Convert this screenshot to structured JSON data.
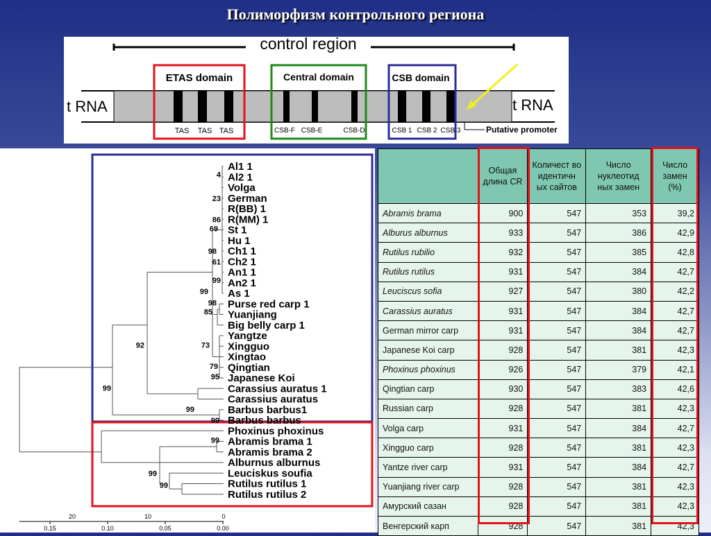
{
  "slide": {
    "title": "Полиморфизм  контрольного региона"
  },
  "diagram": {
    "control_region": "control region",
    "trna_left": "t RNA",
    "trna_right": "t RNA",
    "etas_domain": "ETAS domain",
    "central_domain": "Central domain",
    "csb_domain": "CSB domain",
    "tas_labels": [
      "TAS",
      "TAS",
      "TAS"
    ],
    "central_labels": [
      "CSB-F",
      "CSB-E",
      "CSB-D"
    ],
    "csb_labels": [
      "CSB 1",
      "CSB 2",
      "CSB 3"
    ],
    "putative_promoter": "Putative promoter",
    "colors": {
      "etas": "#e3121b",
      "central": "#1a8a1a",
      "csb": "#2b2b9a",
      "arrow": "#f5ee1a",
      "gene_bar": "#bdbdbd"
    }
  },
  "tree": {
    "taxa": [
      "Al1 1",
      "Al2 1",
      "Volga",
      "German",
      "R(BB) 1",
      "R(MM) 1",
      "St 1",
      "Hu 1",
      "Ch1 1",
      "Ch2 1",
      "An1 1",
      "An2 1",
      "As 1",
      "Purse red carp 1",
      "Yuanjiang",
      "Big belly carp 1",
      "Yangtze",
      "Xingguo",
      "Xingtao",
      "Qingtian",
      "Japanese Koi",
      "Carassius auratus 1",
      "Carassius auratus",
      "Barbus barbus1",
      "Barbus barbus",
      "Phoxinus phoxinus",
      "Abramis brama 1",
      "Abramis brama 2",
      "Alburnus alburnus",
      "Leuciskus soufia",
      "Rutilus rutilus 1",
      "Rutilus rutilus 2"
    ],
    "bootstrap": [
      "4",
      "23",
      "86",
      "69",
      "98",
      "61",
      "99",
      "99",
      "98",
      "85",
      "92",
      "73",
      "79",
      "95",
      "99",
      "99",
      "99",
      "99",
      "99",
      "99"
    ],
    "scale_top": [
      "20",
      "10",
      "0"
    ],
    "scale_bottom": [
      "0.15",
      "0.10",
      "0.05",
      "0.00"
    ],
    "colors": {
      "carp_group": "#2b2b9a",
      "other_group": "#e3121b"
    }
  },
  "table": {
    "headers": [
      "",
      "Общая длина CR",
      "Количест во идентичн ых сайтов",
      "Число нуклеотид ных замен",
      "Число замен (%)"
    ],
    "rows": [
      {
        "name": "Abramis brama",
        "italic": true,
        "length": "900",
        "identical": "547",
        "subs": "353",
        "pct": "39,2"
      },
      {
        "name": "Alburus alburnus",
        "italic": true,
        "length": "933",
        "identical": "547",
        "subs": "386",
        "pct": "42,9"
      },
      {
        "name": "Rutilus rubilio",
        "italic": true,
        "length": "932",
        "identical": "547",
        "subs": "385",
        "pct": "42,8"
      },
      {
        "name": "Rutilus rutilus",
        "italic": true,
        "length": "931",
        "identical": "547",
        "subs": "384",
        "pct": "42,7"
      },
      {
        "name": "Leuciscus sofia",
        "italic": true,
        "length": "927",
        "identical": "547",
        "subs": "380",
        "pct": "42,2"
      },
      {
        "name": "Carassius auratus",
        "italic": true,
        "length": "931",
        "identical": "547",
        "subs": "384",
        "pct": "42,7"
      },
      {
        "name": "German mirror carp",
        "italic": false,
        "length": "931",
        "identical": "547",
        "subs": "384",
        "pct": "42,7"
      },
      {
        "name": "Japanese Koi carp",
        "italic": false,
        "length": "928",
        "identical": "547",
        "subs": "381",
        "pct": "42,3"
      },
      {
        "name": "Phoxinus phoxinus",
        "italic": true,
        "length": "926",
        "identical": "547",
        "subs": "379",
        "pct": "42,1"
      },
      {
        "name": "Qingtian carp",
        "italic": false,
        "length": "930",
        "identical": "547",
        "subs": "383",
        "pct": "42,6"
      },
      {
        "name": "Russian carp",
        "italic": false,
        "length": "928",
        "identical": "547",
        "subs": "381",
        "pct": "42,3"
      },
      {
        "name": "Volga carp",
        "italic": false,
        "length": "931",
        "identical": "547",
        "subs": "384",
        "pct": "42,7"
      },
      {
        "name": "Xingguo carp",
        "italic": false,
        "length": "928",
        "identical": "547",
        "subs": "381",
        "pct": "42,3"
      },
      {
        "name": "Yantze river carp",
        "italic": false,
        "length": "931",
        "identical": "547",
        "subs": "384",
        "pct": "42,7"
      },
      {
        "name": "Yuanjiang river carp",
        "italic": false,
        "length": "928",
        "identical": "547",
        "subs": "381",
        "pct": "42,3"
      },
      {
        "name": "Амурский сазан",
        "italic": false,
        "length": "928",
        "identical": "547",
        "subs": "381",
        "pct": "42,3"
      },
      {
        "name": "Венгерский карп",
        "italic": false,
        "length": "928",
        "identical": "547",
        "subs": "381",
        "pct": "42,3"
      }
    ],
    "colors": {
      "header_bg": "#7fc7b0",
      "cell_bg": "#e6f5ec",
      "highlight": "#e3121b"
    }
  }
}
